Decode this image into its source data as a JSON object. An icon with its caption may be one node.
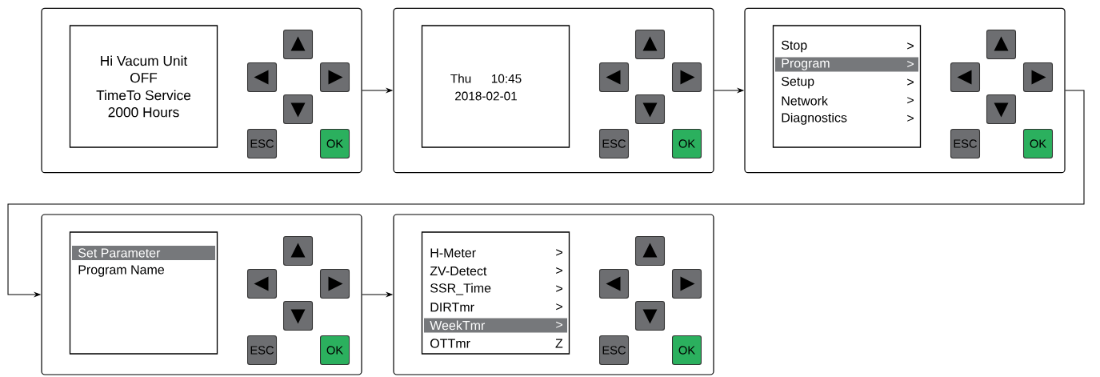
{
  "diagram": {
    "nodes": [
      {
        "text": [],
        "shape": "box"
      },
      {
        "text": [
          "Hi Vacum Unit",
          "OFF",
          "TimeTo Service",
          "2000 Hours"
        ],
        "in": 0
      },
      {
        "text": [],
        "shape": "box",
        "in": 0
      },
      {
        "text": [],
        "shape": "box",
        "in": 0
      },
      {
        "text": [],
        "shape": "box",
        "in": 0
      },
      {
        "text": [],
        "shape": "box",
        "in": 0
      },
      {
        "text": [
          "ESC"
        ],
        "in": 0
      },
      {
        "text": [
          "OK"
        ],
        "in": 0
      },
      {
        "text": [],
        "shape": "box"
      },
      {
        "text": [
          "Thu",
          "10:45",
          "2018-02-01"
        ],
        "in": 8
      },
      {
        "text": [],
        "shape": "box",
        "in": 8
      },
      {
        "text": [],
        "shape": "box",
        "in": 8
      },
      {
        "text": [],
        "shape": "box",
        "in": 8
      },
      {
        "text": [],
        "shape": "box",
        "in": 8
      },
      {
        "text": [
          "ESC"
        ],
        "in": 8
      },
      {
        "text": [
          "OK"
        ],
        "in": 8
      },
      {
        "text": [],
        "shape": "box"
      },
      {
        "text": [
          "Stop",
          ">",
          "Program",
          ">",
          "Setup",
          ">",
          "Network",
          ">",
          "Diagnostics",
          ">"
        ],
        "in": 16
      },
      {
        "text": [],
        "shape": "box",
        "in": 16
      },
      {
        "text": [],
        "shape": "box",
        "in": 16
      },
      {
        "text": [],
        "shape": "box",
        "in": 16
      },
      {
        "text": [],
        "shape": "box",
        "in": 16
      },
      {
        "text": [
          "ESC"
        ],
        "in": 16
      },
      {
        "text": [
          "OK"
        ],
        "in": 16
      },
      {
        "text": [],
        "shape": "box"
      },
      {
        "text": [
          "Set Parameter",
          "Program Name"
        ],
        "in": 24
      },
      {
        "text": [],
        "shape": "box",
        "in": 24
      },
      {
        "text": [],
        "shape": "box",
        "in": 24
      },
      {
        "text": [],
        "shape": "box",
        "in": 24
      },
      {
        "text": [],
        "shape": "box",
        "in": 24
      },
      {
        "text": [
          "ESC"
        ],
        "in": 24
      },
      {
        "text": [
          "OK"
        ],
        "in": 24
      },
      {
        "text": [],
        "shape": "box"
      },
      {
        "text": [
          "H-Meter",
          ">",
          "ZV-Detect",
          ">",
          "SSR_Time",
          ">",
          "DIRTmr",
          ">",
          "WeekTmr",
          ">",
          "OTTmr",
          "Z"
        ],
        "in": 32
      },
      {
        "text": [],
        "shape": "box",
        "in": 32
      },
      {
        "text": [],
        "shape": "box",
        "in": 32
      },
      {
        "text": [],
        "shape": "box",
        "in": 32
      },
      {
        "text": [],
        "shape": "box",
        "in": 32
      },
      {
        "text": [
          "ESC"
        ],
        "in": 32
      },
      {
        "text": [
          "OK"
        ],
        "in": 32
      }
    ],
    "edges": [
      {
        "from": 0,
        "to": 8,
        "arrow": "to"
      },
      {
        "from": 8,
        "to": 16,
        "arrow": "to"
      },
      {
        "from": 16,
        "to": 24,
        "arrow": "to"
      },
      {
        "from": 24,
        "to": 32,
        "arrow": "to"
      }
    ]
  }
}
